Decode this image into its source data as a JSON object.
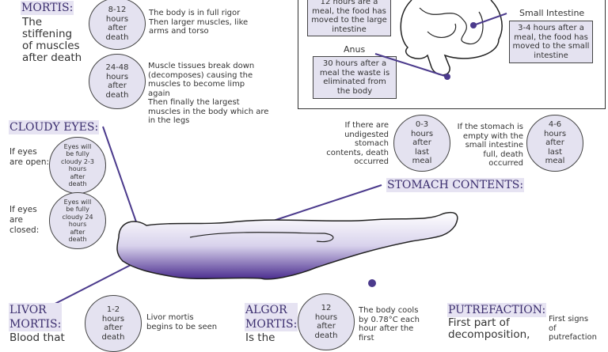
{
  "rigor": {
    "heading": "MORTIS:",
    "desc": "The\nstiffening\nof muscles\nafter death",
    "stages": [
      {
        "time": "8-12\nhours\nafter\ndeath",
        "text": "The body is in full rigor\nThen larger muscles, like\narms and torso"
      },
      {
        "time": "24-48\nhours\nafter\ndeath",
        "text": "Muscle tissues break down\n(decomposes) causing the\nmuscles to become limp\nagain\nThen finally the largest\nmuscles in the body which are\nin the legs"
      }
    ]
  },
  "digestion": {
    "large_box": "12 hours are a\nmeal, the food has\nmoved to the large\nintestine",
    "small_label": "Small Intestine",
    "small_box": "3-4 hours after a\nmeal, the food has\nmoved to the small\nintestine",
    "anus_label": "Anus",
    "anus_box": "30 hours after a\nmeal the waste is\neliminated from\nthe body"
  },
  "cloudy": {
    "heading": "CLOUDY EYES:",
    "open_label": "If eyes\nare open:",
    "open_circle": "Eyes will\nbe fully\ncloudy 2-3\nhours\nafter\ndeath",
    "closed_label": "If eyes\nare\nclosed:",
    "closed_circle": "Eyes will\nbe fully\ncloudy 24\nhours\nafter\ndeath"
  },
  "stomach": {
    "heading": "STOMACH CONTENTS:",
    "cond1": "If there are\nundigested\nstomach\ncontents, death\noccurred",
    "time1": "0-3\nhours\nafter\nlast\nmeal",
    "cond2": "If the stomach is\nempty with the\nsmall intestine\nfull, death\noccurred",
    "time2": "4-6\nhours\nafter\nlast\nmeal"
  },
  "livor": {
    "heading": "LIVOR\nMORTIS:",
    "desc": "Blood that",
    "time": "1-2\nhours\nafter\ndeath",
    "text": "Livor mortis\nbegins to be seen"
  },
  "algor": {
    "heading": "ALGOR\nMORTIS:",
    "desc": "Is the",
    "time": "12\nhours\nafter\ndeath",
    "text": "The body cools\nby 0.78°C each\nhour after the\nfirst"
  },
  "putrefaction": {
    "heading": "PUTREFACTION:",
    "desc": "First part of\ndecomposition,",
    "text": "First signs\nof\nputrefaction"
  },
  "colors": {
    "accent": "#4b3a8c",
    "fill": "#e4e2f0"
  }
}
